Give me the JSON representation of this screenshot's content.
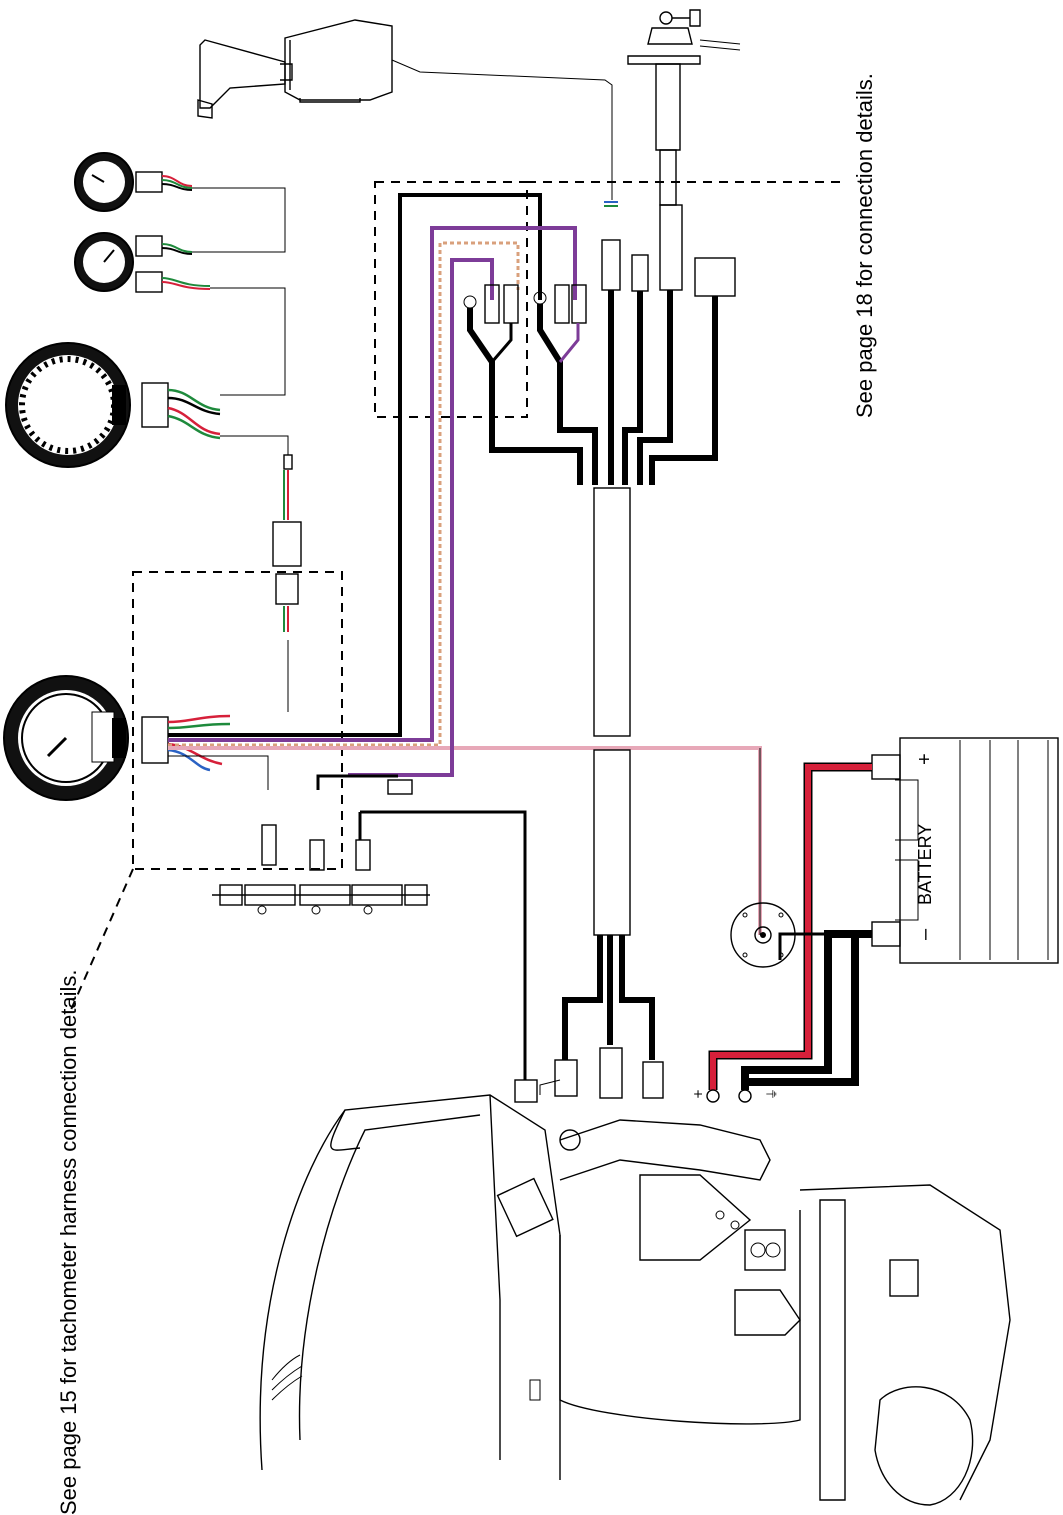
{
  "notes": {
    "tachometer": "See page 15 for tachometer harness connection details.",
    "ignition": "See page 18 for connection details."
  },
  "battery": {
    "label": "BATTERY",
    "positive": "+",
    "negative": "–"
  },
  "engine_terminals": {
    "positive": "+",
    "ground": "⏚"
  },
  "colors": {
    "black": "#000000",
    "purple": "#7d3c98",
    "red": "#d6203a",
    "green": "#1e8a3c",
    "blue": "#2b62c4",
    "pink": "#e7a8b8",
    "tan": "#d9a07c",
    "gray": "#9a9a9a"
  }
}
